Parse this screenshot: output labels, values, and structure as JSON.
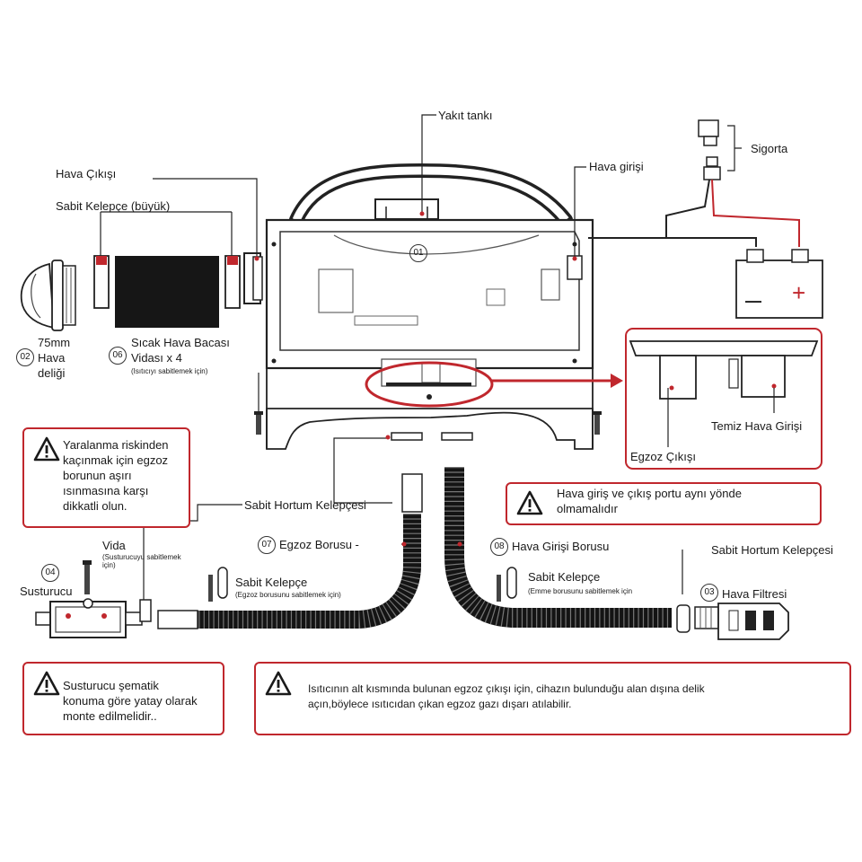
{
  "labels": {
    "fuel_tank": "Yakıt tankı",
    "air_outlet": "Hava Çıkışı",
    "air_inlet": "Hava girişi",
    "fuse": "Sigorta",
    "clamp_large": "Sabit Kelepçe (büyük)",
    "part01": "01",
    "part02": "02",
    "hole_75_line1": "75mm",
    "hole_75_line2": "Hava",
    "hole_75_line3": "deliği",
    "part06": "06",
    "duct_line1": "Sıcak Hava Bacası",
    "duct_line2": "Vidası x 4",
    "duct_note": "(Isıtıcıyı sabitlemek için)",
    "exhaust_outlet": "Egzoz Çıkışı",
    "clean_air_inlet": "Temiz Hava Girişi",
    "hose_clamp_left": "Sabit Hortum Kelepçesi",
    "hose_clamp_right": "Sabit Hortum Kelepçesi",
    "part07": "07",
    "exhaust_pipe": "Egzoz Borusu -",
    "part08": "08",
    "intake_pipe": "Hava Girişi Borusu",
    "screw": "Vida",
    "screw_note_line1": "(Susturucuyu sabitlemek",
    "screw_note_line2": "için)",
    "part04": "04",
    "muffler": "Susturucu",
    "clamp_exhaust": "Sabit Kelepçe",
    "clamp_exhaust_note": "(Egzoz borusunu sabitlemek için)",
    "clamp_intake": "Sabit Kelepçe",
    "clamp_intake_note": "(Emme borusunu sabitlemek için",
    "part03": "03",
    "air_filter": "Hava Filtresi",
    "minus": "—",
    "plus": "+"
  },
  "warnings": {
    "injury": [
      "Yaralanma riskinden",
      "kaçınmak için egzoz",
      "borunun aşırı",
      "ısınmasına karşı",
      "dikkatli olun."
    ],
    "port_direction": [
      "Hava giriş ve çıkış portu aynı yönde",
      "olmamalıdır"
    ],
    "muffler_mount": [
      "Susturucu şematik",
      "konuma göre yatay olarak",
      "monte edilmelidir.."
    ],
    "exhaust_outlet": [
      "Isıtıcının alt kısmında bulunan egzoz çıkışı için, cihazın bulunduğu alan dışına delik",
      "açın,böylece ısıtıcıdan çıkan egzoz gazı dışarı atılabilir."
    ]
  },
  "colors": {
    "accent_red": "#c0272d",
    "line": "#1a1a1a",
    "hose": "#141414"
  },
  "icons": [
    "warning-triangle-icon"
  ]
}
